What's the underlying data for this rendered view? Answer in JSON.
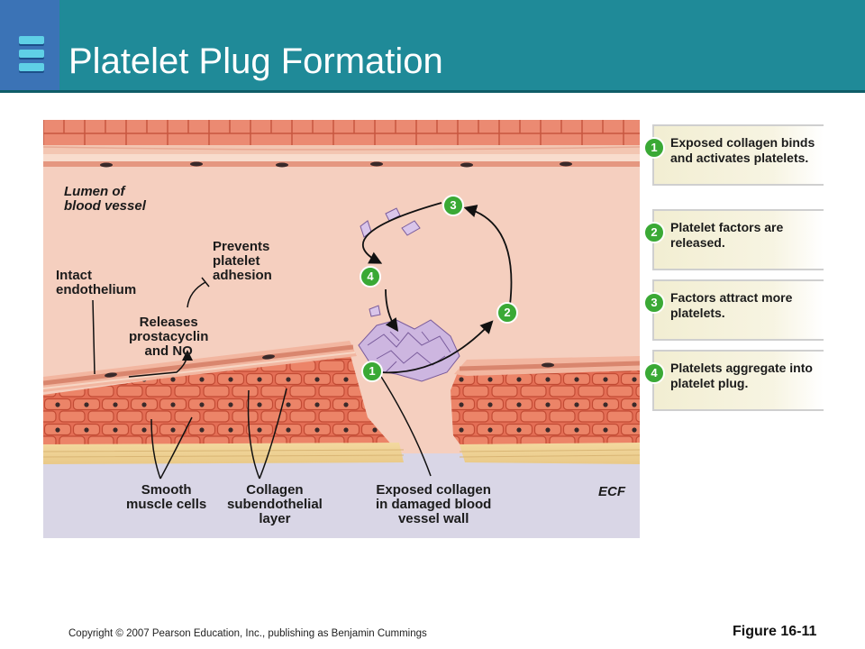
{
  "title": "Platelet Plug Formation",
  "diagram": {
    "labels": {
      "lumen": "Lumen of\nblood vessel",
      "intact_endothelium": "Intact\nendothelium",
      "prevents": "Prevents\nplatelet\nadhesion",
      "releases": "Releases\nprostacyclin\nand NO",
      "smooth_muscle": "Smooth\nmuscle cells",
      "collagen_layer": "Collagen\nsubendothelial\nlayer",
      "exposed_collagen": "Exposed collagen\nin damaged blood\nvessel wall",
      "ecf": "ECF"
    },
    "cycle_numbers": [
      "1",
      "2",
      "3",
      "4"
    ]
  },
  "steps": [
    {
      "num": "1",
      "text": "Exposed collagen binds and activates platelets."
    },
    {
      "num": "2",
      "text": "Platelet factors are released."
    },
    {
      "num": "3",
      "text": "Factors attract more platelets."
    },
    {
      "num": "4",
      "text": "Platelets aggregate into platelet plug."
    }
  ],
  "footer": {
    "copyright": "Copyright © 2007 Pearson Education, Inc., publishing as Benjamin Cummings",
    "figure": "Figure 16-11"
  },
  "colors": {
    "header": "#1f8a98",
    "logo": "#3b73b6",
    "lumen": "#f5cfbf",
    "muscle": "#e2745a",
    "ecf": "#d9d6e6",
    "step_badge": "#3aa935"
  }
}
